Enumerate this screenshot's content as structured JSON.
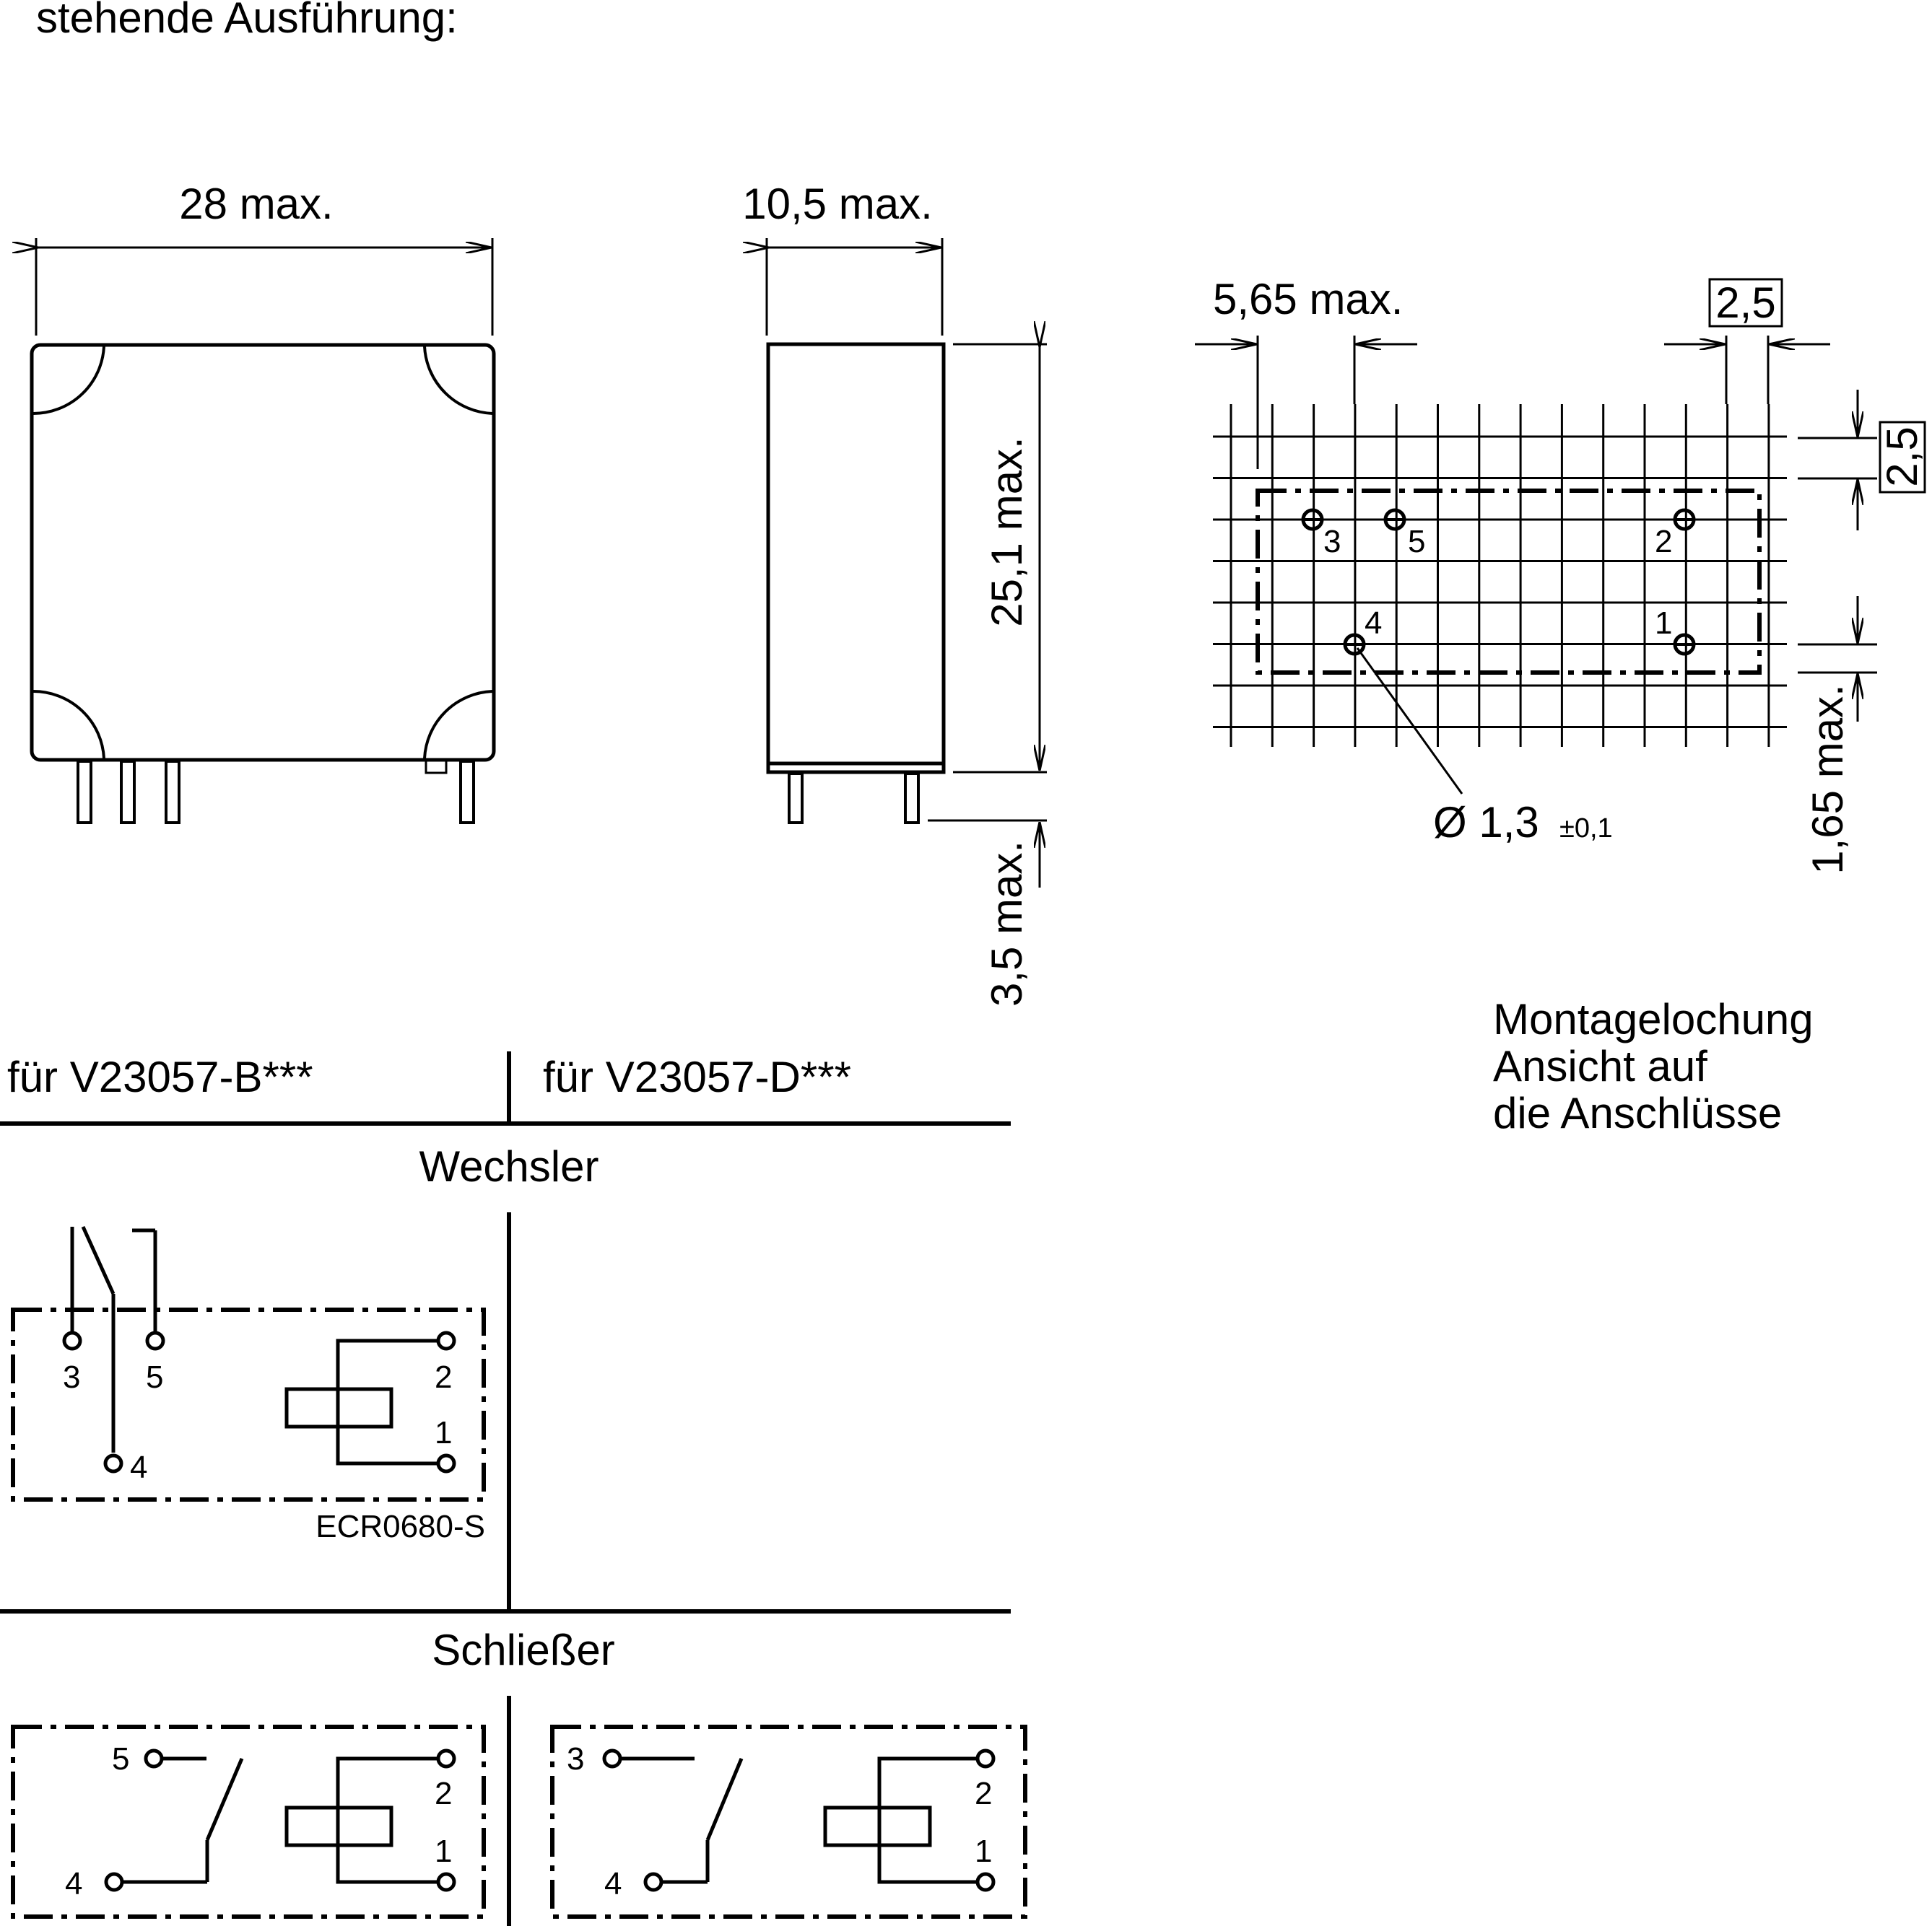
{
  "header": {
    "title": "stehende Ausführung:"
  },
  "dimensions": {
    "width": "28 max.",
    "depth": "10,5 max.",
    "height": "25,1 max.",
    "pin_length": "3,5 max.",
    "hole_offset": "5,65 max.",
    "grid_pitch_h": "2,5",
    "grid_pitch_v": "2,5",
    "row_offset": "1,65 max.",
    "hole_diameter": "Ø 1,3",
    "hole_tolerance": "±0,1"
  },
  "mounting": {
    "caption_line1": "Montagelochung",
    "caption_line2": "Ansicht auf",
    "caption_line3": "die Anschlüsse",
    "pins": [
      "3",
      "5",
      "2",
      "4",
      "1"
    ]
  },
  "table": {
    "col_b": "für V23057-B***",
    "col_d": "für V23057-D***",
    "section_changeover": "Wechsler",
    "section_makecontact": "Schließer"
  },
  "schematic_changeover": {
    "pins": [
      "3",
      "5",
      "2",
      "1",
      "4"
    ],
    "code": "ECR0680-S"
  },
  "schematic_make_b": {
    "pins": [
      "5",
      "2",
      "1",
      "4"
    ]
  },
  "schematic_make_d": {
    "pins": [
      "3",
      "2",
      "1",
      "4"
    ]
  }
}
